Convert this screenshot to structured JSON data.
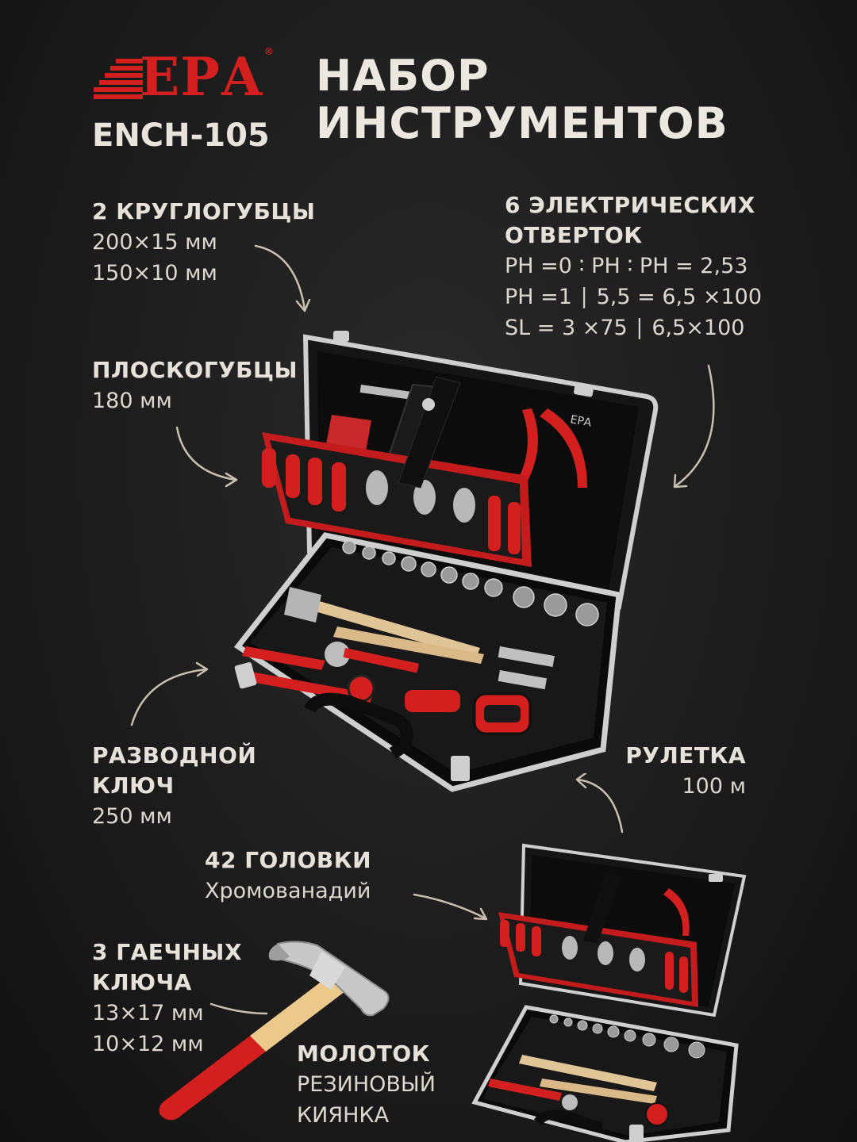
{
  "brand": {
    "name": "ЕРА",
    "reg_mark": "®"
  },
  "model": "ENCH-105",
  "title": [
    "НАБОР",
    "ИНСТРУМЕНТОВ"
  ],
  "case_brand_mark": "ЕРА",
  "features": {
    "round_pliers": {
      "title": "2 КРУГЛОГУБЦЫ",
      "lines": [
        "200×15 мм",
        "150×10 мм"
      ]
    },
    "flat_pliers": {
      "title": "ПЛОСКОГУБЦЫ",
      "lines": [
        "180 мм"
      ]
    },
    "screwdrivers": {
      "title": [
        "6 ЭЛЕКТРИЧЕСКИХ",
        "ОТВЕРТОК"
      ],
      "lines": [
        "PH =0 ∶ PH ∶ PH = 2,53",
        "PH =1 ∣ 5,5 = 6,5 ×100",
        "SL = 3 ×75 ∣ 6,5×100"
      ]
    },
    "adjustable_wrench": {
      "title": [
        "РАЗВОДНОЙ",
        "КЛЮЧ"
      ],
      "lines": [
        "250 мм"
      ]
    },
    "tape_measure": {
      "title": "РУЛЕТКА",
      "lines": [
        "100 м"
      ]
    },
    "sockets": {
      "title": "42 ГОЛОВКИ",
      "lines": [
        "Хромованадий"
      ]
    },
    "wrenches": {
      "title": [
        "3 ГАЕЧНЫХ",
        "КЛЮЧА"
      ],
      "lines": [
        "13×17 мм",
        "10×12 мм"
      ]
    },
    "hammer": {
      "title": "МОЛОТОК",
      "lines": [
        "РЕЗИНОВЫЙ",
        "КИЯНКА"
      ]
    }
  },
  "colors": {
    "accent": "#d41f1f",
    "background": "#1c1c1c",
    "text": "#e8e4dc",
    "arrow": "#c9bfae"
  }
}
